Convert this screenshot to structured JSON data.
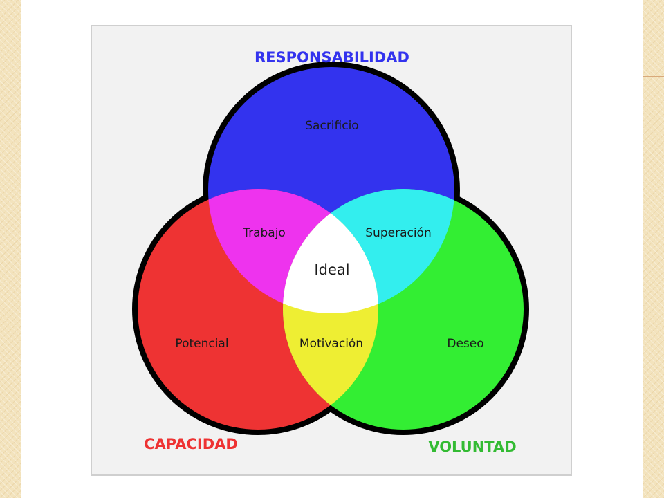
{
  "diagram": {
    "sets": [
      {
        "label": "RESPONSABILIDAD",
        "color": "#3333ee"
      },
      {
        "label": "CAPACIDAD",
        "color": "#ee3333"
      },
      {
        "label": "VOLUNTAD",
        "color": "#33ee33"
      }
    ],
    "regions": {
      "responsabilidad_only": "Sacrificio",
      "capacidad_only": "Potencial",
      "voluntad_only": "Deseo",
      "responsabilidad_capacidad": "Trabajo",
      "responsabilidad_voluntad": "Superación",
      "capacidad_voluntad": "Motivación",
      "center": "Ideal"
    },
    "overlap_colors": {
      "responsabilidad_capacidad": "#ee33ee",
      "responsabilidad_voluntad": "#33eeee",
      "capacidad_voluntad": "#eeee33",
      "center": "#ffffff"
    }
  }
}
